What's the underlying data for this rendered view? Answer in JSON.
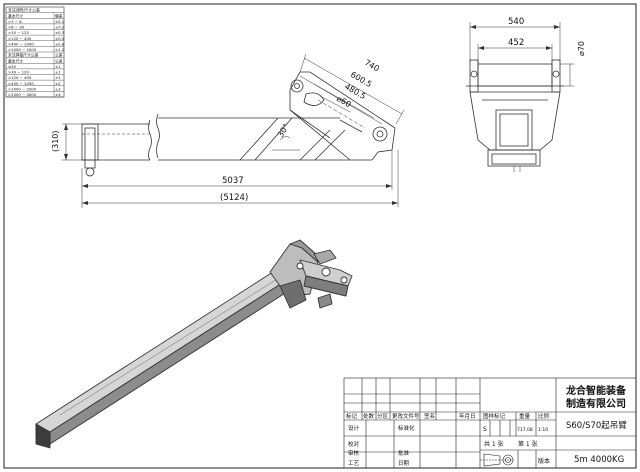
{
  "tolerance_table": {
    "title": "未注线性尺寸公差",
    "rows": [
      [
        "基本尺寸",
        "偏差"
      ],
      [
        ">3 ~ 6",
        "±0.1"
      ],
      [
        ">6 ~ 30",
        "±0.2"
      ],
      [
        ">30 ~ 120",
        "±0.3"
      ],
      [
        ">120 ~ 400",
        "±0.5"
      ],
      [
        ">400 ~ 1000",
        "±0.8"
      ],
      [
        ">1000 ~ 2000",
        "±1.2"
      ],
      [
        "未注焊接尺寸公差",
        "公差"
      ],
      [
        "基本尺寸",
        "公差"
      ],
      [
        "≤30",
        "±1"
      ],
      [
        ">30 ~ 120",
        "±1"
      ],
      [
        ">120 ~ 400",
        "±1"
      ],
      [
        ">400 ~ 1000",
        "±2"
      ],
      [
        ">1000 ~ 2000",
        "±3"
      ],
      [
        ">2000 ~ 4000",
        "±4"
      ]
    ]
  },
  "dimensions": {
    "d740": "740",
    "d600_5": "600.5",
    "d480_5": "480.5",
    "d60": "⌀60",
    "d30deg": "30°",
    "d310": "(310)",
    "d5037": "5037",
    "d5124": "(5124)",
    "d540": "540",
    "d452": "452",
    "d70": "⌀70"
  },
  "title_block": {
    "company_line1": "龙合智能装备",
    "company_line2": "制造有限公司",
    "part_name": "S60/S70起吊臂",
    "spec": "5m 4000KG",
    "hdr_mark": "标记",
    "hdr_count": "处数",
    "hdr_zone": "分区",
    "hdr_doc": "更改文件号",
    "hdr_sign": "签名",
    "hdr_date": "年月日",
    "row_design": "设计",
    "row_std": "标准化",
    "row_check": "校对",
    "row_process": "工艺",
    "row_audit": "审核",
    "row_approve": "批准",
    "row_date": "日期",
    "stage_label": "图样标记",
    "weight_label": "重量",
    "scale_label": "比例",
    "stage_value": "S",
    "weight_value": "717.08",
    "scale_value": "1:10",
    "sheets_total": "共 1 张",
    "sheet_no": "第 1 张",
    "version_label": "版本"
  }
}
